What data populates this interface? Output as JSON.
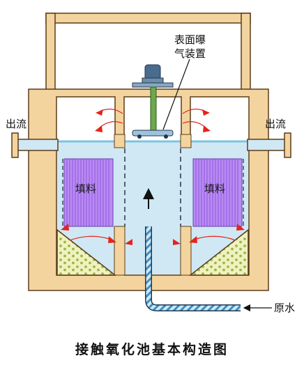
{
  "labels": {
    "aerator_line1": "表面曝",
    "aerator_line2": "气装置",
    "outflow_left": "出流",
    "outflow_right": "出流",
    "packing_left": "填料",
    "packing_right": "填料",
    "raw_water": "原水",
    "caption": "接触氧化池基本构造图"
  },
  "colors": {
    "frame": "#f3d49e",
    "frame_stroke": "#5b3b1a",
    "water": "#cfe8f4",
    "water_top": "#7ec3df",
    "packing": "#b98cf2",
    "packing_line": "#8e55e0",
    "gravel": "#eef2bf",
    "gravel_dot": "#9fb448",
    "arrow": "#e4241b",
    "pipe": "#3f8fc4",
    "aerator": "#4a6c8c"
  }
}
